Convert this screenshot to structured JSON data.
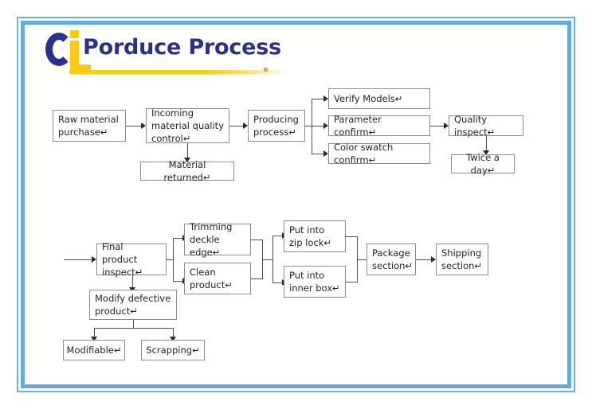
{
  "document": {
    "title": "Porduce Process",
    "frame_color": "#63aae2",
    "logo": {
      "mark_letter_c": "C",
      "mark_letter_i": "i",
      "mark_color_blue": "#2b2f8f",
      "mark_color_yellow": "#fbc913",
      "accent_dot_color": "#f0a24a",
      "wordmark": "Porduce Process"
    }
  },
  "diagram": {
    "type": "flowchart",
    "cr_mark": "↵",
    "top_flow": {
      "nodes": [
        {
          "id": "raw-material-purchase",
          "label": "Raw material purchase↵"
        },
        {
          "id": "incoming-material-quality-control",
          "label": "Incoming material quality control↵"
        },
        {
          "id": "material-returned",
          "label": "Material returned↵"
        },
        {
          "id": "producing-process",
          "label": "Producing process↵"
        },
        {
          "id": "verify-models",
          "label": "Verify Models↵"
        },
        {
          "id": "parameter-confirm",
          "label": "Parameter confirm↵"
        },
        {
          "id": "color-swatch-confirm",
          "label": "Color swatch confirm↵"
        },
        {
          "id": "quality-inspect",
          "label": "Quality inspect↵"
        },
        {
          "id": "twice-a-day",
          "label": "Twice a day↵"
        }
      ]
    },
    "bottom_flow": {
      "nodes": [
        {
          "id": "final-product-inspect",
          "label": "Final product inspect↵"
        },
        {
          "id": "trimming-deckle-edge",
          "label": "Trimming deckle edge↵"
        },
        {
          "id": "clean-product",
          "label": "Clean product↵"
        },
        {
          "id": "put-into-zip-lock",
          "label": "Put into zip lock↵"
        },
        {
          "id": "put-into-inner-box",
          "label": "Put into inner box↵"
        },
        {
          "id": "package-section",
          "label": "Package section↵"
        },
        {
          "id": "shipping-section",
          "label": "Shipping section↵"
        },
        {
          "id": "modify-defective-product",
          "label": "Modify defective product↵"
        },
        {
          "id": "modifiable",
          "label": "Modifiable↵"
        },
        {
          "id": "scrapping",
          "label": "Scrapping↵"
        }
      ]
    }
  }
}
